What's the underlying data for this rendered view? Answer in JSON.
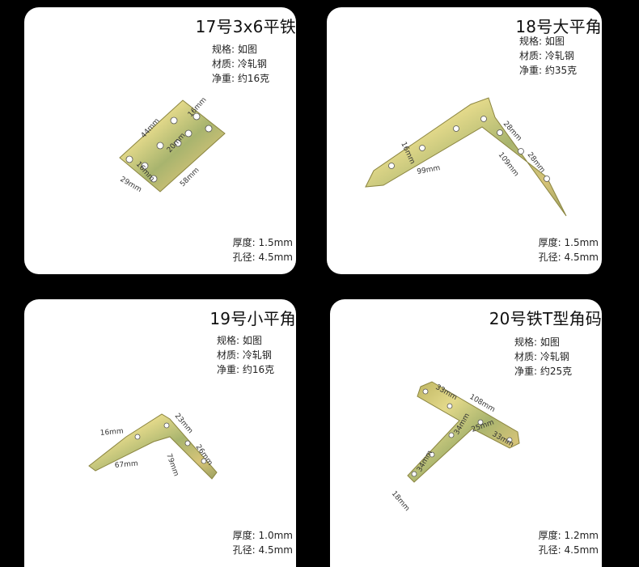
{
  "products": [
    {
      "title": "17号3x6平铁",
      "specs": [
        "规格: 如图",
        "材质: 冷轧钢",
        "净重: 约16克"
      ],
      "bottom": [
        "厚度: 1.5mm",
        "孔径: 4.5mm"
      ],
      "dims": [
        "44mm",
        "16mm",
        "20mm",
        "16mm",
        "29mm",
        "58mm"
      ]
    },
    {
      "title": "18号大平角",
      "specs": [
        "规格: 如图",
        "材质: 冷轧钢",
        "净重: 约35克"
      ],
      "bottom": [
        "厚度: 1.5mm",
        "孔径: 4.5mm"
      ],
      "dims": [
        "16mm",
        "99mm",
        "28mm",
        "109mm",
        "28mm"
      ]
    },
    {
      "title": "19号小平角",
      "specs": [
        "规格: 如图",
        "材质: 冷轧钢",
        "净重: 约16克"
      ],
      "bottom": [
        "厚度: 1.0mm",
        "孔径: 4.5mm"
      ],
      "dims": [
        "16mm",
        "67mm",
        "23mm",
        "79mm",
        "26mm"
      ]
    },
    {
      "title": "20号铁T型角码",
      "specs": [
        "规格: 如图",
        "材质: 冷轧钢",
        "净重: 约25克"
      ],
      "bottom": [
        "厚度: 1.2mm",
        "孔径: 4.5mm"
      ],
      "dims": [
        "33mm",
        "108mm",
        "34mm",
        "25mm",
        "33mm",
        "34mm",
        "18mm"
      ]
    }
  ]
}
